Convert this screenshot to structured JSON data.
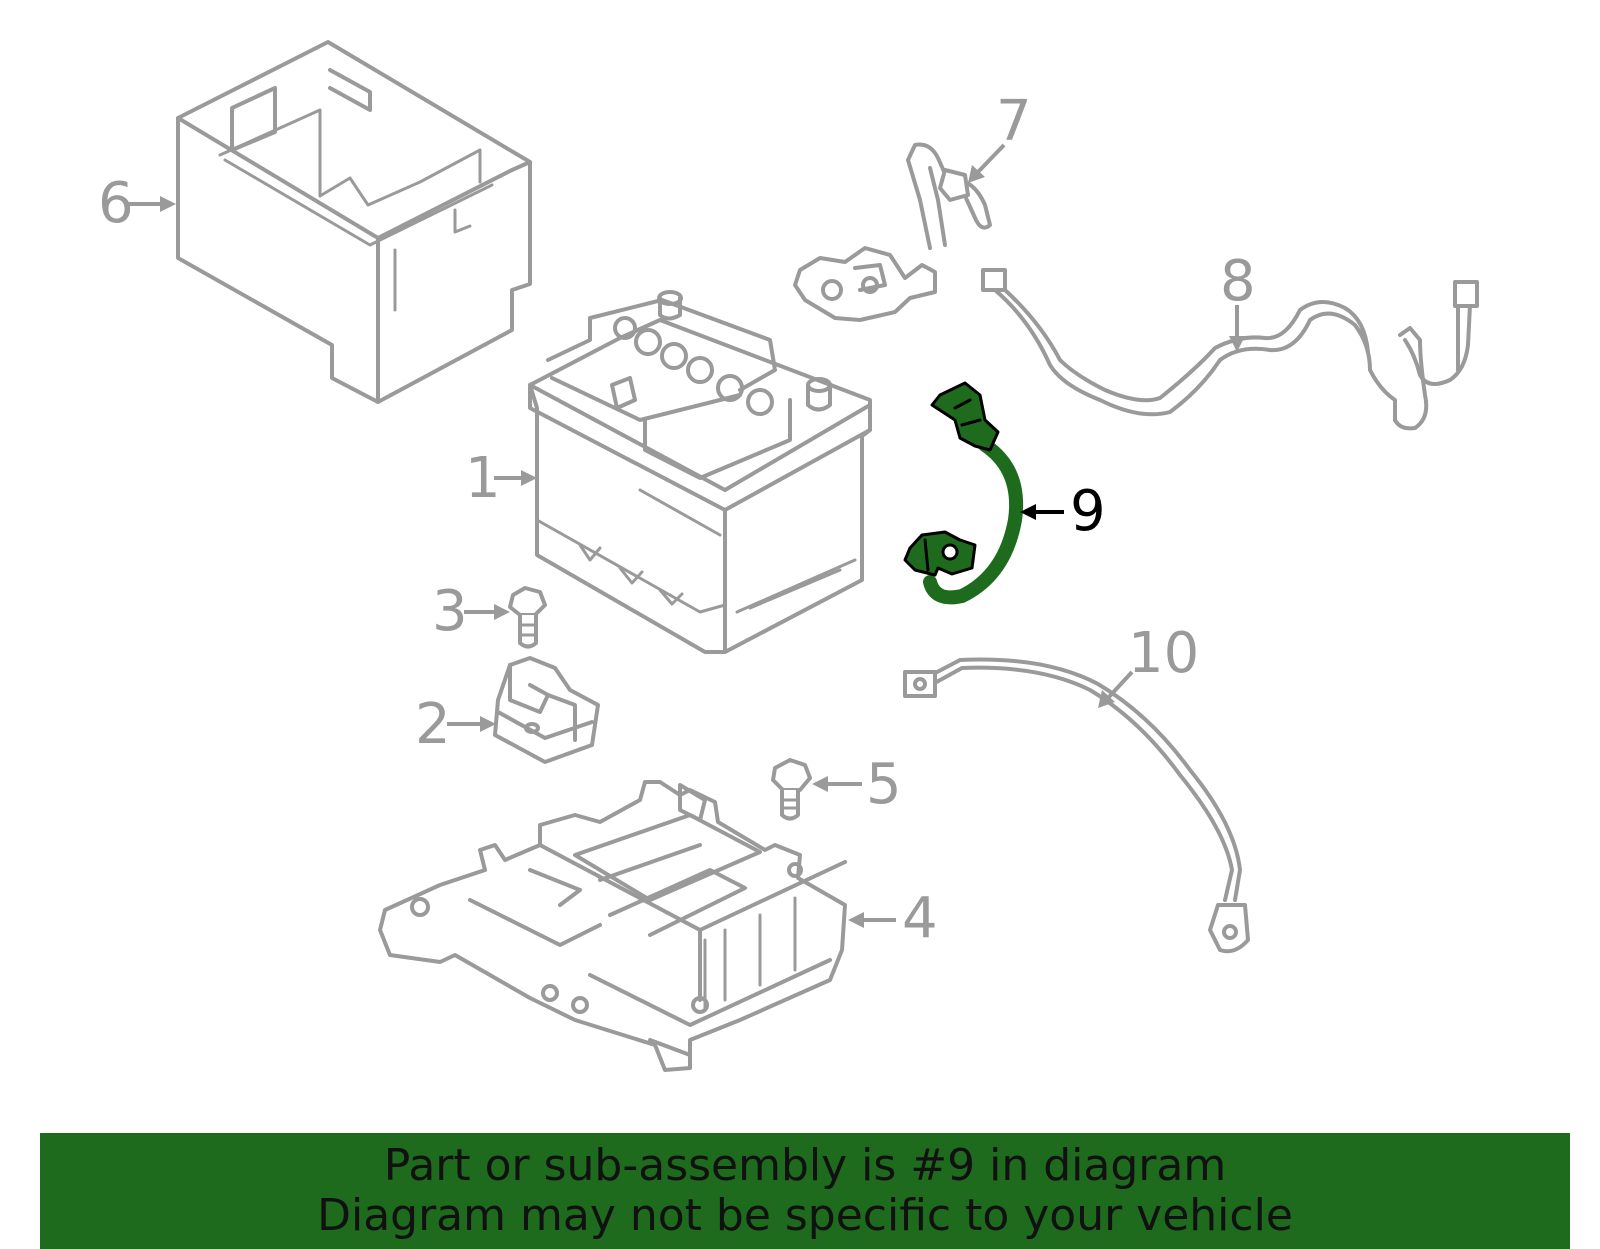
{
  "diagram": {
    "highlight_color": "#1e6b1e",
    "part_color": "#9a9a9a",
    "highlighted_part": "9",
    "callouts": [
      {
        "id": "1",
        "text": "1"
      },
      {
        "id": "2",
        "text": "2"
      },
      {
        "id": "3",
        "text": "3"
      },
      {
        "id": "4",
        "text": "4"
      },
      {
        "id": "5",
        "text": "5"
      },
      {
        "id": "6",
        "text": "6"
      },
      {
        "id": "7",
        "text": "7"
      },
      {
        "id": "8",
        "text": "8"
      },
      {
        "id": "9",
        "text": "9"
      },
      {
        "id": "10",
        "text": "10"
      }
    ]
  },
  "banner": {
    "line1": "Part or sub-assembly is #9 in diagram",
    "line2": "Diagram may not be specific to your vehicle",
    "background": "#1e6b1e"
  }
}
